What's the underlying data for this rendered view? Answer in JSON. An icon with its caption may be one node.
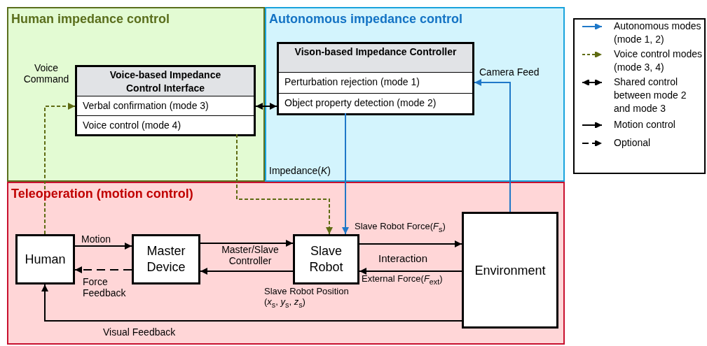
{
  "diagram": {
    "nodes": [
      {
        "text": [
          "Human impedance control"
        ]
      },
      {
        "text": [
          "Autonomous impedance control"
        ]
      },
      {
        "text": [
          "Teleoperation (motion control)"
        ]
      },
      {
        "text": [
          "Voice-based Impedance Control Interface"
        ],
        "in": 0
      },
      {
        "text": [
          "Verbal confirmation (mode 3)"
        ],
        "in": 3
      },
      {
        "text": [
          "Voice control (mode 4)"
        ],
        "in": 3
      },
      {
        "text": [
          "Vison-based Impedance Controller"
        ],
        "in": 1
      },
      {
        "text": [
          "Perturbation rejection (mode 1)"
        ],
        "in": 6
      },
      {
        "text": [
          "Object property detection (mode 2)"
        ],
        "in": 6
      },
      {
        "text": [
          "Human"
        ],
        "in": 2
      },
      {
        "text": [
          "Master Device"
        ],
        "in": 2
      },
      {
        "text": [
          "Slave Robot"
        ],
        "in": 2,
        "beside": [
          "Slave Robot Position (*x*$_{s}$, *y*$_{s}$, *z*$_{s}$)"
        ]
      },
      {
        "text": [
          "Environment"
        ],
        "in": 2
      }
    ],
    "edges": [
      {
        "from": 9,
        "to": 4,
        "arrow": "to",
        "style": "dashed",
        "color": "#5f6b12",
        "label": "Voice Command"
      },
      {
        "from": 4,
        "to": 8,
        "arrow": "both"
      },
      {
        "from": 5,
        "to": 11,
        "arrow": "to",
        "style": "dashed",
        "color": "#5f6b12"
      },
      {
        "from": 8,
        "to": 11,
        "arrow": "to",
        "color": "#1f78c8",
        "label": "Impedance(*K*)"
      },
      {
        "from": 12,
        "to": 7,
        "arrow": "to",
        "color": "#1f78c8",
        "label": "Camera Feed"
      },
      {
        "from": 9,
        "to": 10,
        "arrow": "to",
        "label": "Motion"
      },
      {
        "from": 10,
        "to": 9,
        "arrow": "to",
        "style": "dashed",
        "label": "Force Feedback"
      },
      {
        "from": 10,
        "to": 11,
        "arrow": "to"
      },
      {
        "from": 11,
        "to": 10,
        "arrow": "to"
      },
      {
        "from": 11,
        "to": 12,
        "arrow": "to",
        "label": "Slave Robot Force(*F*$_{s}$)"
      },
      {
        "from": 12,
        "to": 11,
        "arrow": "to",
        "label": "External Force(*F*$_{ext}$)"
      },
      {
        "from": 12,
        "to": 9,
        "arrow": "to",
        "label": "Visual Feedback"
      }
    ],
    "labels": [
      "Master/Slave Controller",
      "Interaction"
    ],
    "legend": [
      {
        "text": "Autonomous modes (mode 1, 2)"
      },
      {
        "text": "Voice control modes (mode 3, 4)"
      },
      {
        "text": "Shared control between mode 2 and mode 3"
      },
      {
        "text": "Motion control"
      },
      {
        "text": "Optional"
      }
    ]
  }
}
